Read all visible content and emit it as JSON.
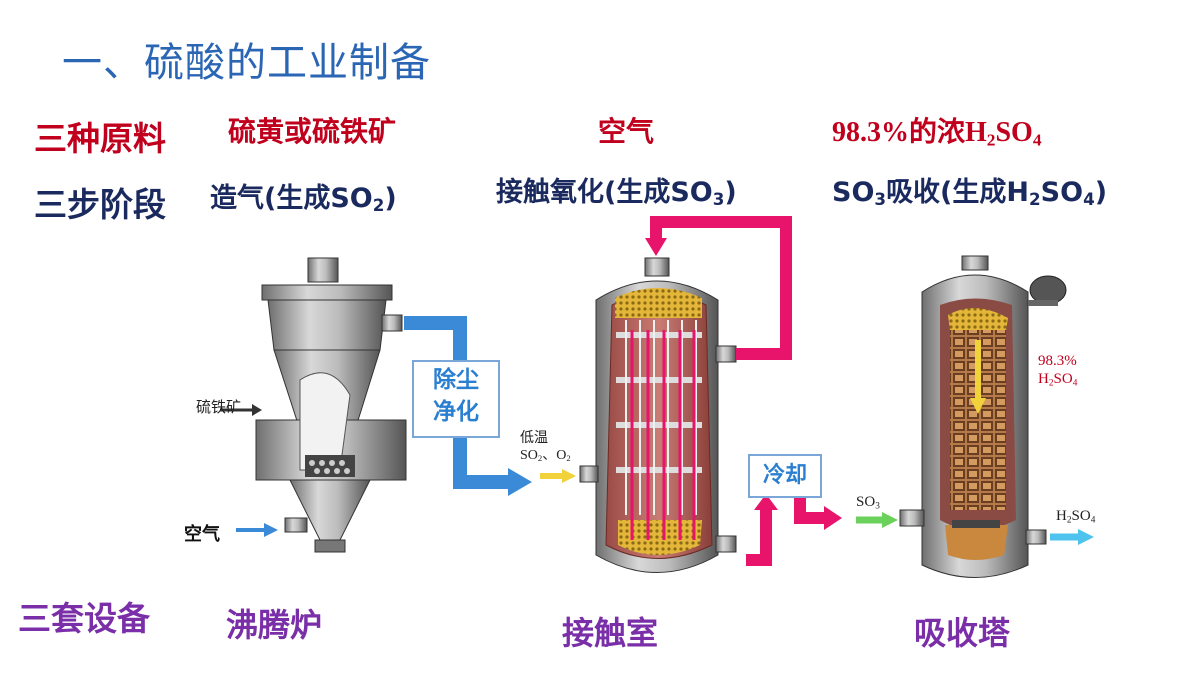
{
  "title": "一、硫酸的工业制备",
  "rows": {
    "raw_materials": {
      "label": "三种原料",
      "m1": "硫黄或硫铁矿",
      "m2": "空气",
      "m3_prefix": "98.3%的浓H",
      "m3_sub": "2",
      "m3_suffix": "SO",
      "m3_sub2": "4"
    },
    "stages": {
      "label": "三步阶段",
      "s1_prefix": "造气(生成SO",
      "s1_sub": "2",
      "s1_suffix": ")",
      "s2_prefix": "接触氧化(生成SO",
      "s2_sub": "3",
      "s2_suffix": ")",
      "s3_a": "SO",
      "s3_a_sub": "3",
      "s3_b": "吸收(生成H",
      "s3_b_sub": "2",
      "s3_c": "SO",
      "s3_c_sub": "4",
      "s3_d": ")"
    },
    "equipment": {
      "label": "三套设备",
      "e1": "沸腾炉",
      "e2": "接触室",
      "e3": "吸收塔"
    }
  },
  "diagram": {
    "furnace_input_ore": "硫铁矿",
    "furnace_input_air": "空气",
    "purify_box_line1": "除尘",
    "purify_box_line2": "净化",
    "chamber_input_line1": "低温",
    "chamber_input_line2_a": "SO",
    "chamber_input_line2_a_sub": "2",
    "chamber_input_line2_b": "、O",
    "chamber_input_line2_b_sub": "2",
    "cool_box": "冷却",
    "tower_input_a": "SO",
    "tower_input_a_sub": "3",
    "tower_acid_line1": "98.3%",
    "tower_acid_line2_a": "H",
    "tower_acid_line2_a_sub": "2",
    "tower_acid_line2_b": "SO",
    "tower_acid_line2_b_sub": "4",
    "tower_output_a": "H",
    "tower_output_a_sub": "2",
    "tower_output_b": "SO",
    "tower_output_b_sub": "4"
  },
  "colors": {
    "title": "#2b66b5",
    "red": "#c0001d",
    "navy": "#1a2a5e",
    "purple": "#7a2fa8",
    "pink_arrow": "#e8136a",
    "blue_arrow": "#3b8ad8"
  }
}
